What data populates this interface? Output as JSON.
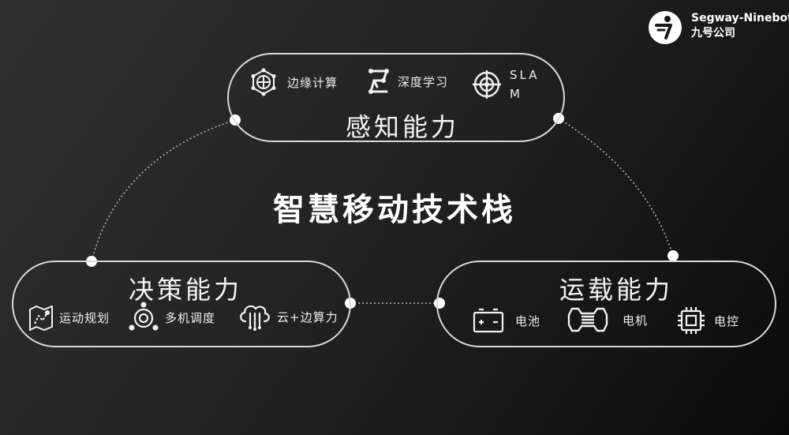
{
  "logo": {
    "name_en": "Segway-Ninebot",
    "name_cn": "九号公司"
  },
  "center_title": "智慧移动技术栈",
  "perception": {
    "title": "感知能力",
    "features": [
      {
        "icon": "edge-computing-icon",
        "label": "边缘计算"
      },
      {
        "icon": "deep-learning-icon",
        "label": "深度学习"
      },
      {
        "icon": "slam-target-icon",
        "label_line1": "SLA",
        "label_line2": "M"
      }
    ]
  },
  "decision": {
    "title": "决策能力",
    "features": [
      {
        "icon": "motion-planning-icon",
        "label": "运动规划"
      },
      {
        "icon": "multi-machine-scheduling-icon",
        "label": "多机调度"
      },
      {
        "icon": "cloud-computing-icon",
        "label": "云+边算力"
      }
    ]
  },
  "carrier": {
    "title": "运载能力",
    "features": [
      {
        "icon": "battery-icon",
        "label": "电池"
      },
      {
        "icon": "motor-icon",
        "label": "电机"
      },
      {
        "icon": "chip-icon",
        "label": "电控"
      }
    ]
  },
  "colors": {
    "line": "#d9d9d9",
    "text": "#f2f2f2",
    "dot": "#ffffff"
  }
}
